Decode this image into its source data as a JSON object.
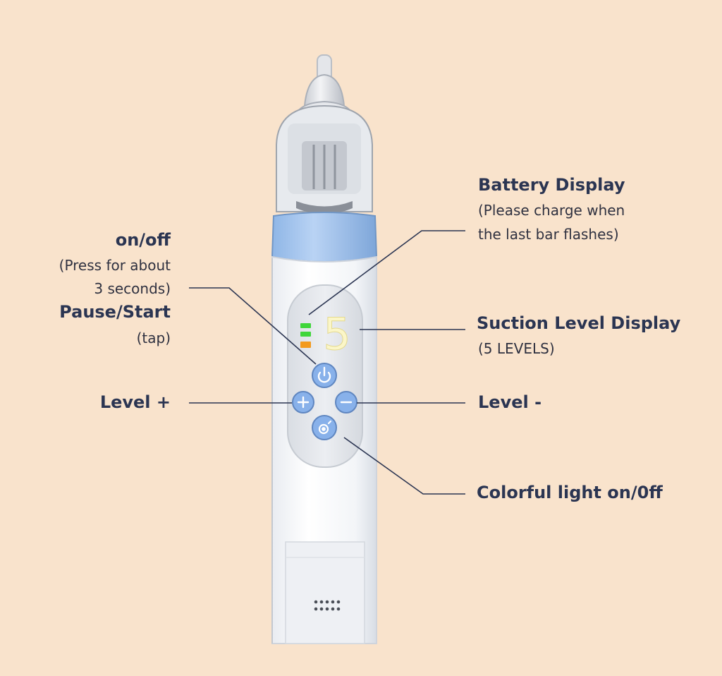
{
  "device": {
    "level_digit": "5",
    "battery_bars": [
      "#3fd63a",
      "#3fd63a",
      "#f39a1d"
    ],
    "accent_blue": "#89b3ea",
    "body_color": "#f6f7f9",
    "icons": {
      "power": "power-icon",
      "plus": "plus-icon",
      "minus": "minus-icon",
      "light": "light-icon"
    }
  },
  "labels": {
    "on_off": {
      "title": "on/off",
      "note_line1": "(Press for about",
      "note_line2": "3 seconds)"
    },
    "pause_start": {
      "title": "Pause/Start",
      "note": "(tap)"
    },
    "level_plus": {
      "title": "Level +"
    },
    "battery": {
      "title": "Battery Display",
      "note_line1": "(Please charge when",
      "note_line2": "the last bar flashes)"
    },
    "suction": {
      "title": "Suction Level Display",
      "note": "(5 LEVELS)"
    },
    "level_minus": {
      "title": "Level -"
    },
    "colorful": {
      "title": "Colorful light on/0ff"
    }
  }
}
